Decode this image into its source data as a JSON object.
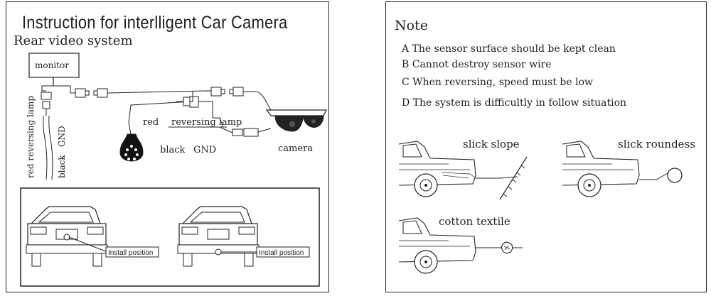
{
  "left": {
    "title": "Instruction  for interlligent Car Camera",
    "subtitle": "Rear video system",
    "monitor_label": "monitor",
    "vertical_red": "red reversing lamp",
    "vertical_black": "black",
    "vertical_gnd": "GND",
    "red_label": "red",
    "reversing_lamp_label": "reversing lamp",
    "black_label": "black",
    "gnd_label": "GND",
    "camera_label": "camera",
    "install_label_1": "Install position",
    "install_label_2": "Install position"
  },
  "right": {
    "heading": "Note",
    "notes": [
      "A  The sensor  surface should be kept clean",
      "B  Cannot destroy sensor wire",
      "C  When reversing, speed must be low",
      "D  The  system  is  difficultly  in follow  situation"
    ],
    "labels": {
      "slick_slope": "slick slope",
      "slick_roundess": "slick  roundess",
      "cotton_textile": "cotton textile"
    }
  },
  "colors": {
    "ink": "#222222",
    "paper": "#ffffff"
  }
}
